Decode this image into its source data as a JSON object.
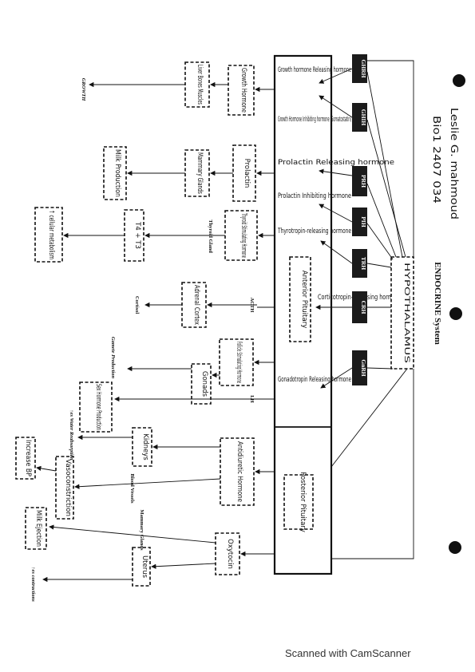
{
  "system_title": "ENDOCRINE System",
  "author_name": "Leslie G. mahmoud",
  "student_id": "Bio1 2407 034",
  "footer": "Scanned with CamScanner",
  "hypothalamus": "HYPOTHALAMUS",
  "anterior_pituitary": "Anterior Pituitary",
  "posterior_pituitary": "Posterior Pituitary",
  "hypothalamic_hormones": [
    {
      "abbr": "GHRH",
      "name": "Growth hormone Releasing hormone"
    },
    {
      "abbr": "GHIH",
      "name": "Growth Hormone Inhibiting hormone (Somatostatin)"
    },
    {
      "abbr": "PRH",
      "name": "Prolactin Releasing hormone"
    },
    {
      "abbr": "PIH",
      "name": "Prolactin Inhibiting hormone"
    },
    {
      "abbr": "TRH",
      "name": "Thyrotropin-releasing hormone"
    },
    {
      "abbr": "CRH",
      "name": "Corticotropin-Releasing hormone"
    },
    {
      "abbr": "GnRH",
      "name": "Gonadotropin Releasing hormone"
    }
  ],
  "pituitary_hormones": {
    "growth": "Growth Hormone",
    "prolactin": "Prolactin",
    "tsh": "Thyroid Stimulating Hormone",
    "fsh": "Follicle Stimulating Hormone",
    "adh": "Antidiuretic Hormone",
    "oxytocin": "Oxytocin"
  },
  "targets": {
    "liver": "Liver Bones Muscles",
    "mammary": "Mammary Glands",
    "t3t4": "T4 + T3",
    "adrenal": "Adrenal Cortex",
    "gonads": "Gonads",
    "kidneys": "Kidneys",
    "vasoconstriction": "Vasoconstriction",
    "uterus": "Uterus"
  },
  "effects": {
    "growth": "GROWTH",
    "milk_production": "Milk Production",
    "cellular_metabolism": "↑ cellular metabolism",
    "sex_hormone": "Sex Hormone Production",
    "increase_bp": "Increase BP",
    "milk_ejection": "Milk Ejection"
  },
  "printed_labels": {
    "thyroid_gland": "Thyroid Gland",
    "acth": "ACTH",
    "cortisol": "Cortisol",
    "gamete_production": "Gamete Production",
    "lh": "LH",
    "water_reabsorption": "↑es Water Reabsorption",
    "blood_vessels": "Blood Vessels",
    "mammary_glands": "Mammary Glands",
    "contractions": "↑es contractions"
  }
}
